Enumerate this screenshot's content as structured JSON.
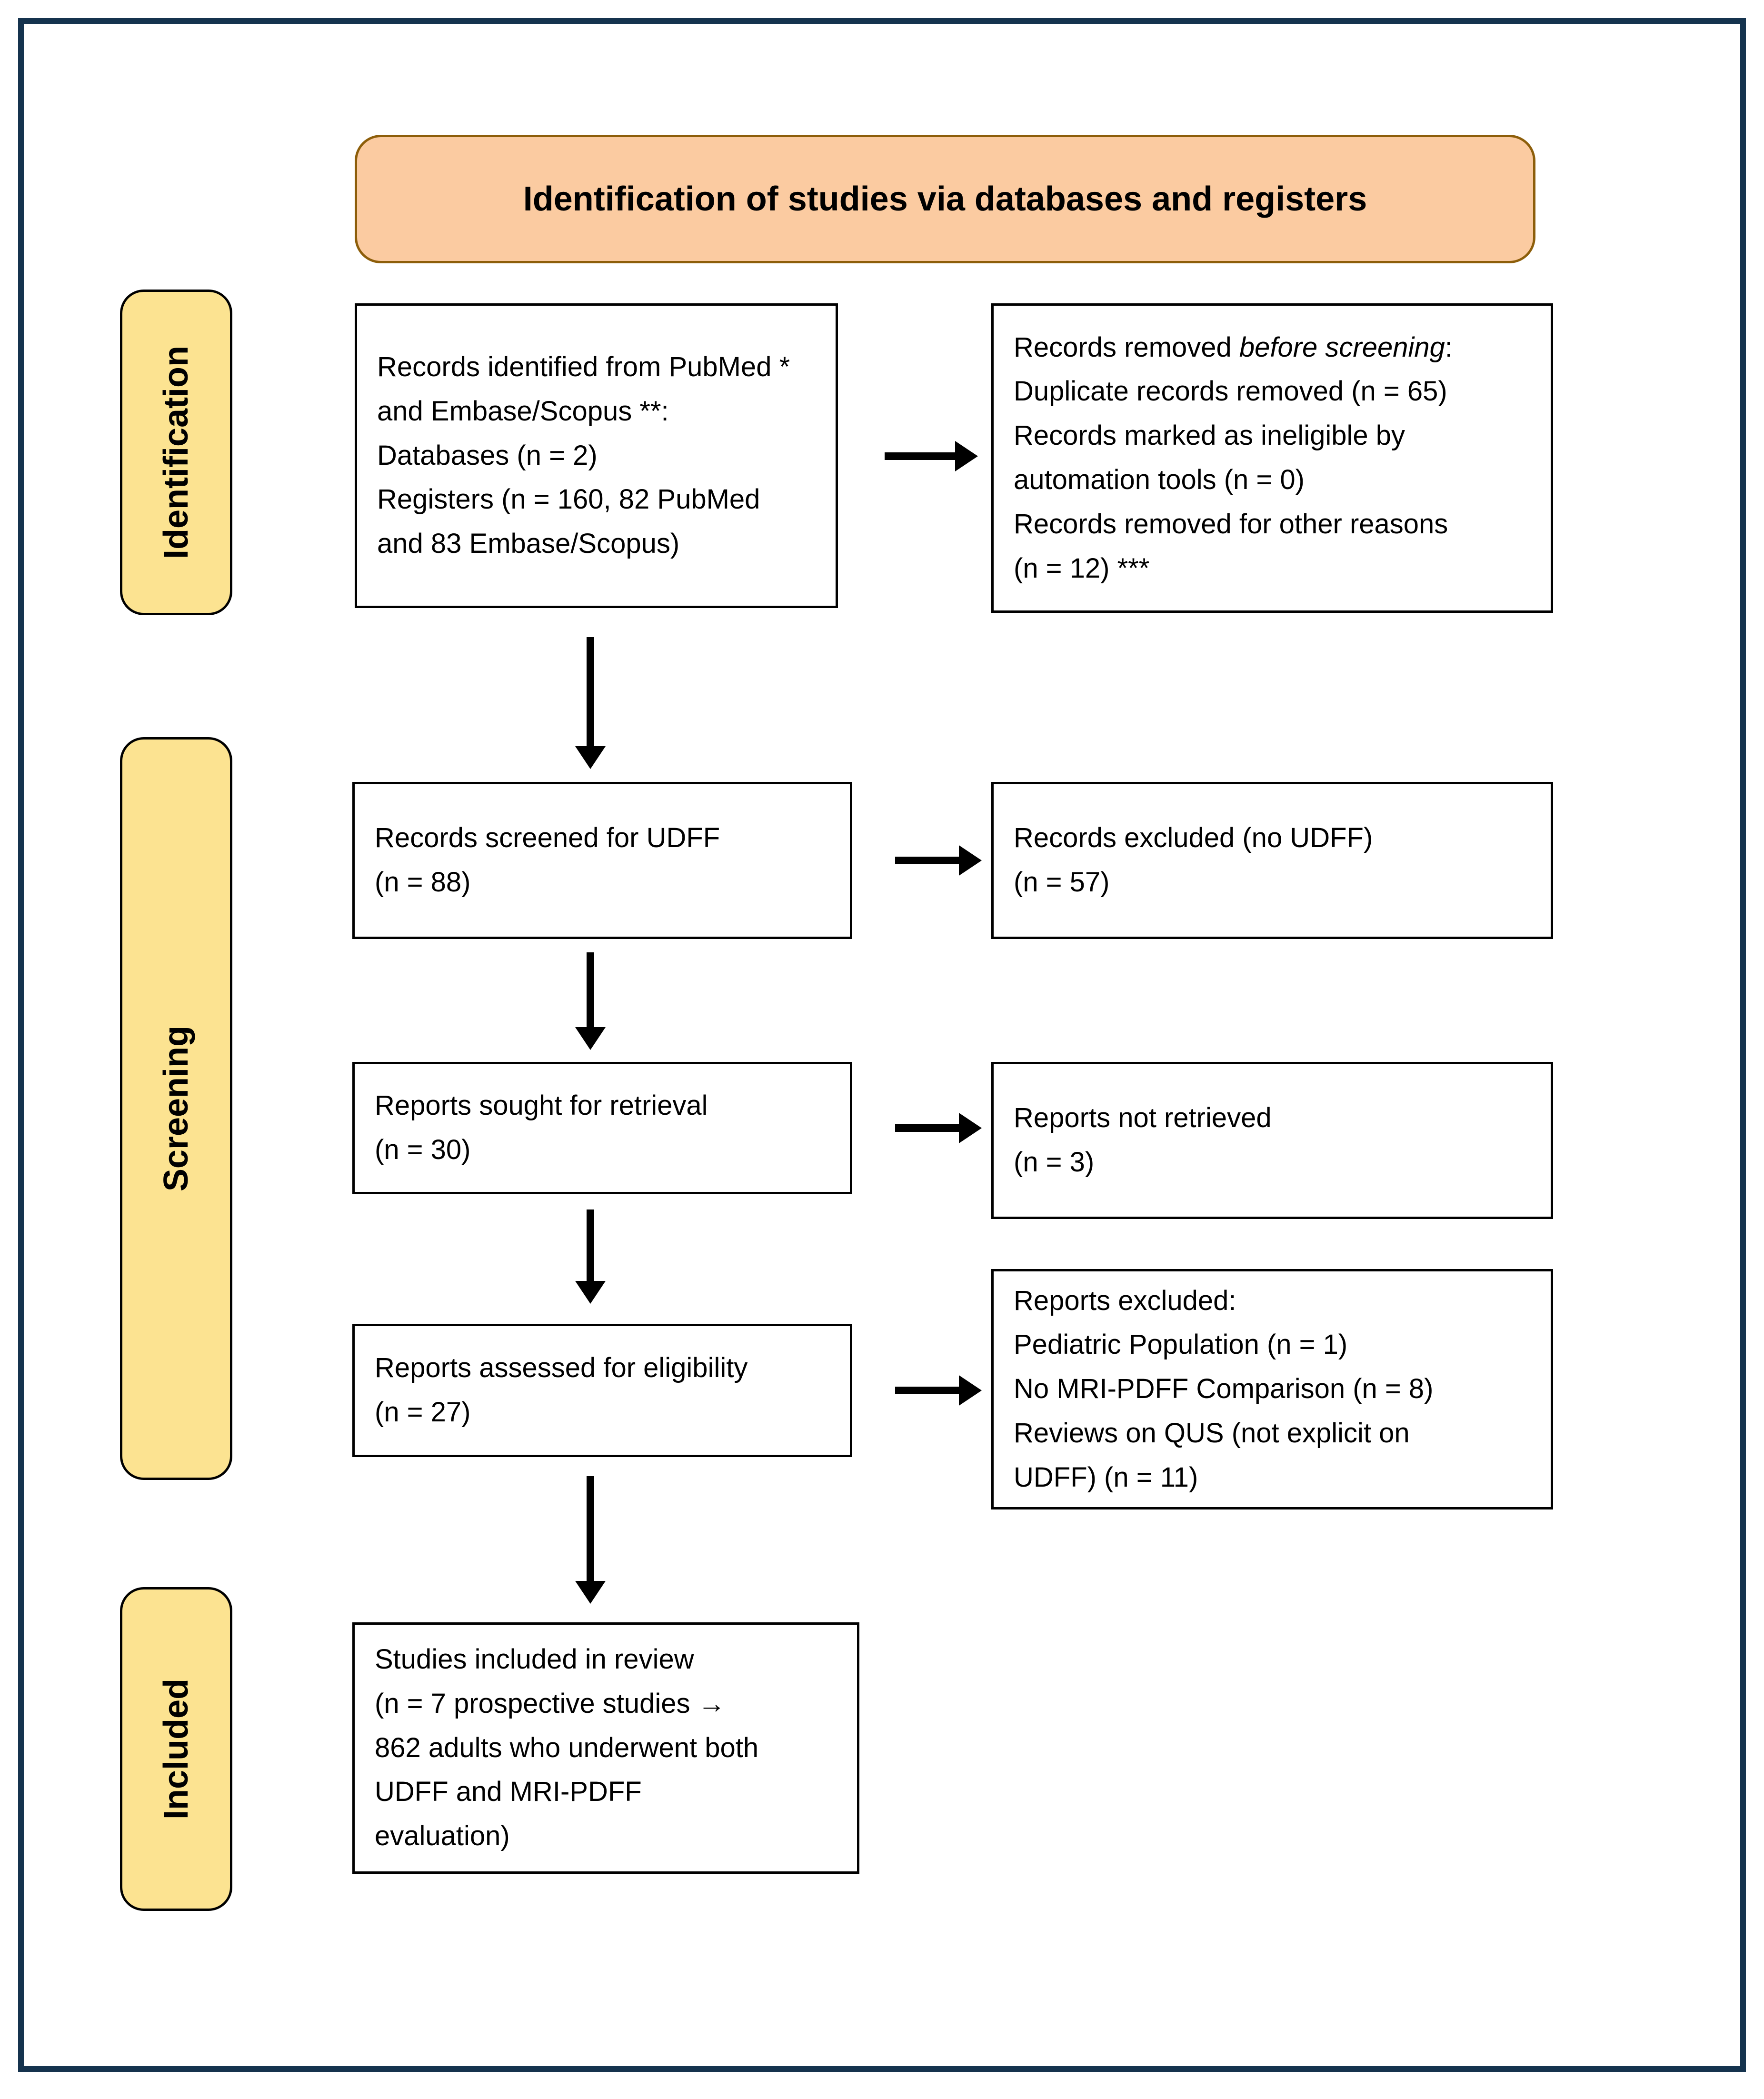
{
  "title": "Identification of studies via databases and registers",
  "stages": {
    "identification": "Identification",
    "screening": "Screening",
    "included": "Included"
  },
  "boxes": {
    "records_identified": {
      "lines": [
        "Records identified from PubMed *",
        "and Embase/Scopus **:",
        "Databases (n = 2)",
        "Registers (n = 160, 82 PubMed",
        "and 83 Embase/Scopus)"
      ]
    },
    "records_removed": {
      "line1": {
        "prefix": "Records removed ",
        "italic": "before screening",
        "suffix": ":"
      },
      "lines": [
        "Duplicate records removed (n = 65)",
        "Records marked as ineligible by",
        "automation tools (n = 0)",
        "Records removed for other reasons",
        "(n = 12) ***"
      ]
    },
    "records_screened": {
      "lines": [
        "Records screened for UDFF",
        "(n = 88)"
      ]
    },
    "records_excluded": {
      "lines": [
        "Records excluded (no UDFF)",
        "(n = 57)"
      ]
    },
    "reports_sought": {
      "lines": [
        "Reports sought for retrieval",
        "(n = 30)"
      ]
    },
    "reports_not_retrieved": {
      "lines": [
        "Reports not retrieved",
        "(n = 3)"
      ]
    },
    "reports_assessed": {
      "lines": [
        "Reports assessed for eligibility",
        "(n = 27)"
      ]
    },
    "reports_excluded": {
      "lines": [
        "Reports excluded:",
        "Pediatric Population (n = 1)",
        "No MRI-PDFF Comparison (n = 8)",
        "Reviews on QUS (not explicit on",
        "UDFF) (n = 11)"
      ]
    },
    "studies_included": {
      "lines": [
        "Studies included in review",
        "(n = 7 prospective studies →",
        "862 adults who underwent both",
        "UDFF and MRI-PDFF",
        "evaluation)"
      ]
    }
  },
  "colors": {
    "outer_border": "#15334E",
    "title_fill": "#FBCBA1",
    "title_border": "#8D5E0A",
    "stage_fill": "#FCE391",
    "stage_border": "#000000",
    "box_border": "#000000",
    "box_fill": "#FFFFFF",
    "arrow": "#000000",
    "text": "#000000"
  }
}
